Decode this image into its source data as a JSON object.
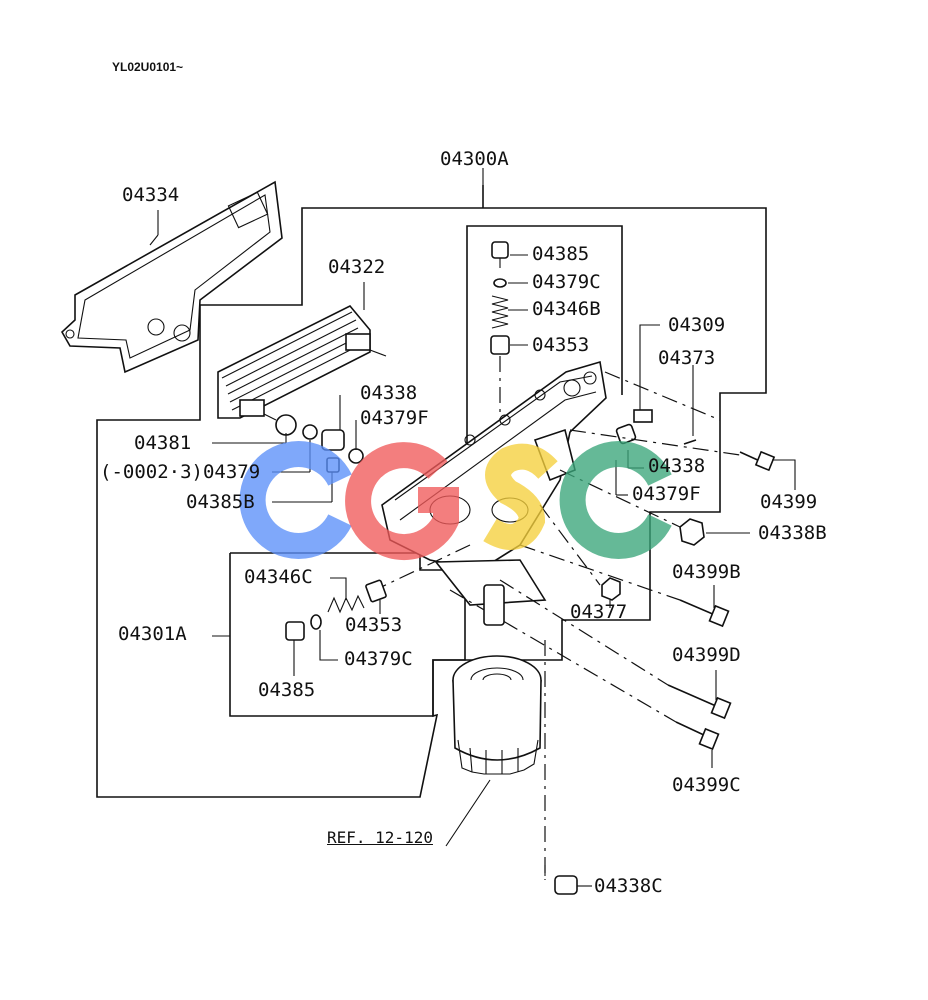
{
  "header": {
    "serial_range": "YL02U0101~"
  },
  "reference": {
    "text": "REF. 12-120"
  },
  "parts": {
    "assembly": "04300A",
    "sub_assembly": "04301A",
    "p04334": "04334",
    "p04322": "04322",
    "p04385_top": "04385",
    "p04379C_top": "04379C",
    "p04346B": "04346B",
    "p04353_top": "04353",
    "p04309": "04309",
    "p04373": "04373",
    "p04338_left": "04338",
    "p04379F_left": "04379F",
    "p04381": "04381",
    "p04379_note": "(-0002·3)04379",
    "p04385B": "04385B",
    "p04338_right": "04338",
    "p04379F_right": "04379F",
    "p04399": "04399",
    "p04338B": "04338B",
    "p04346C": "04346C",
    "p04353_bottom": "04353",
    "p04377": "04377",
    "p04399B": "04399B",
    "p04379C_bottom": "04379C",
    "p04385_bottom": "04385",
    "p04399D": "04399D",
    "p04399C": "04399C",
    "p04338C": "04338C"
  },
  "watermark": {
    "letters": [
      "C",
      "G",
      "S",
      "C"
    ],
    "colors": {
      "blue": "#5b8ff9",
      "red": "#f05a5a",
      "yellow": "#f5cf3c",
      "green": "#3aa57a"
    }
  },
  "colors": {
    "line": "#111111",
    "background": "#ffffff"
  }
}
